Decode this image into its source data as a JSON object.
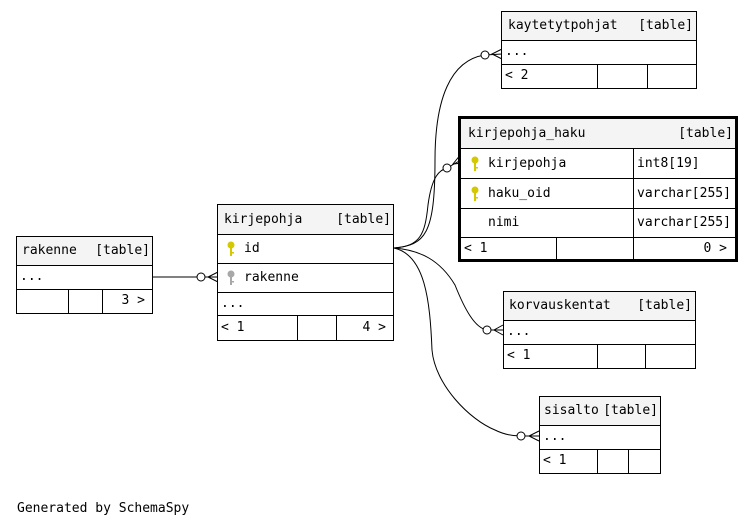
{
  "colors": {
    "primary_key": "#d4c800",
    "foreign_key": "#a8a8a8",
    "header_bg": "#f4f4f4",
    "line": "#000000"
  },
  "tables": {
    "kaytetytpohjat": {
      "name": "kaytetytpohjat",
      "tag": "[table]",
      "ellipsis": "...",
      "footer": {
        "left": "< 2",
        "right": ""
      }
    },
    "kirjepohja_haku": {
      "name": "kirjepohja_haku",
      "tag": "[table]",
      "columns": [
        {
          "name": "kirjepohja",
          "type": "int8[19]",
          "key": "primary-key-icon"
        },
        {
          "name": "haku_oid",
          "type": "varchar[255]",
          "key": "primary-key-icon"
        },
        {
          "name": "nimi",
          "type": "varchar[255]",
          "key": ""
        }
      ],
      "footer": {
        "left": "< 1",
        "right": "0 >"
      }
    },
    "rakenne": {
      "name": "rakenne",
      "tag": "[table]",
      "ellipsis": "...",
      "footer": {
        "left": "",
        "right": "3 >"
      }
    },
    "kirjepohja": {
      "name": "kirjepohja",
      "tag": "[table]",
      "columns": [
        {
          "name": "id",
          "key": "primary-key-icon"
        },
        {
          "name": "rakenne",
          "key": "foreign-key-icon"
        }
      ],
      "ellipsis": "...",
      "footer": {
        "left": "< 1",
        "right": "4 >"
      }
    },
    "korvauskentat": {
      "name": "korvauskentat",
      "tag": "[table]",
      "ellipsis": "...",
      "footer": {
        "left": "< 1",
        "right": ""
      }
    },
    "sisalto": {
      "name": "sisalto",
      "tag": "[table]",
      "ellipsis": "...",
      "footer": {
        "left": "< 1",
        "right": ""
      }
    }
  },
  "relationships": [
    {
      "from": "kirjepohja",
      "to": "kaytetytpohjat"
    },
    {
      "from": "kirjepohja",
      "to": "kirjepohja_haku"
    },
    {
      "from": "kirjepohja",
      "to": "korvauskentat"
    },
    {
      "from": "kirjepohja",
      "to": "sisalto"
    },
    {
      "from": "rakenne",
      "to": "kirjepohja"
    }
  ],
  "footer_text": "Generated by SchemaSpy"
}
